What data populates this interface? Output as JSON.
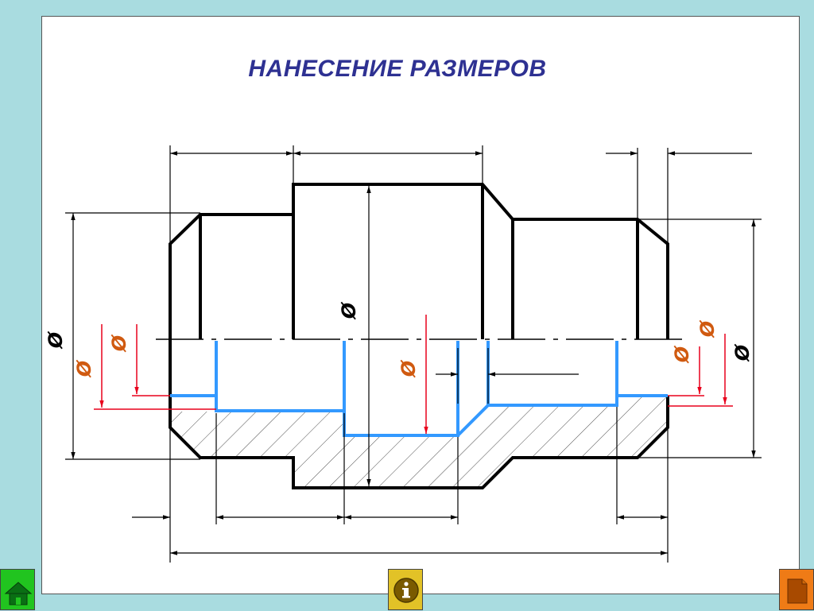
{
  "slide": {
    "title": "НАНЕСЕНИЕ РАЗМЕРОВ"
  },
  "dimension_symbols": {
    "outer_left": "Ø",
    "central": "Ø",
    "outer_right": "Ø",
    "thread_left_1": "Ø",
    "thread_left_2": "Ø",
    "bore_center": "Ø",
    "thread_right_1": "Ø",
    "thread_right_2": "Ø"
  },
  "colors": {
    "background": "#a9dce0",
    "title": "#2e3192",
    "outline": "#000000",
    "bore_line": "#3399ff",
    "red_dimension": "#e8001c",
    "red_symbol": "#d05a10",
    "home_button": "#21c41f",
    "info_button": "#e2c227",
    "next_button": "#ef7b16"
  },
  "nav": {
    "home_icon": "home-icon",
    "info_icon": "info-icon",
    "next_icon": "page-icon"
  }
}
